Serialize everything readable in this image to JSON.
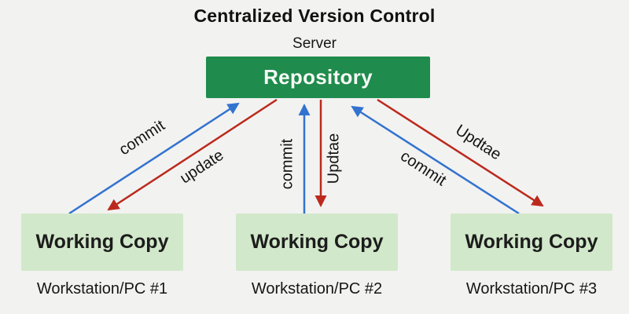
{
  "title": "Centralized Version Control",
  "server": {
    "label": "Server",
    "box_label": "Repository"
  },
  "workstations": [
    {
      "box_label": "Working Copy",
      "caption": "Workstation/PC #1"
    },
    {
      "box_label": "Working Copy",
      "caption": "Workstation/PC #2"
    },
    {
      "box_label": "Working Copy",
      "caption": "Workstation/PC #3"
    }
  ],
  "arrows": {
    "pc1_commit": {
      "label": "commit",
      "direction": "to-server"
    },
    "pc1_update": {
      "label": "update",
      "direction": "to-workstation"
    },
    "pc2_commit": {
      "label": "commit",
      "direction": "to-server"
    },
    "pc2_update": {
      "label": "Updtae",
      "direction": "to-workstation"
    },
    "pc3_commit": {
      "label": "commit",
      "direction": "to-server"
    },
    "pc3_update": {
      "label": "Updtae",
      "direction": "to-workstation"
    }
  },
  "colors": {
    "background": "#f2f2f1",
    "server_box": "#1f8b4c",
    "working_box": "#d2e8ca",
    "commit_arrow": "#3273cf",
    "update_arrow": "#bb2a1d"
  }
}
